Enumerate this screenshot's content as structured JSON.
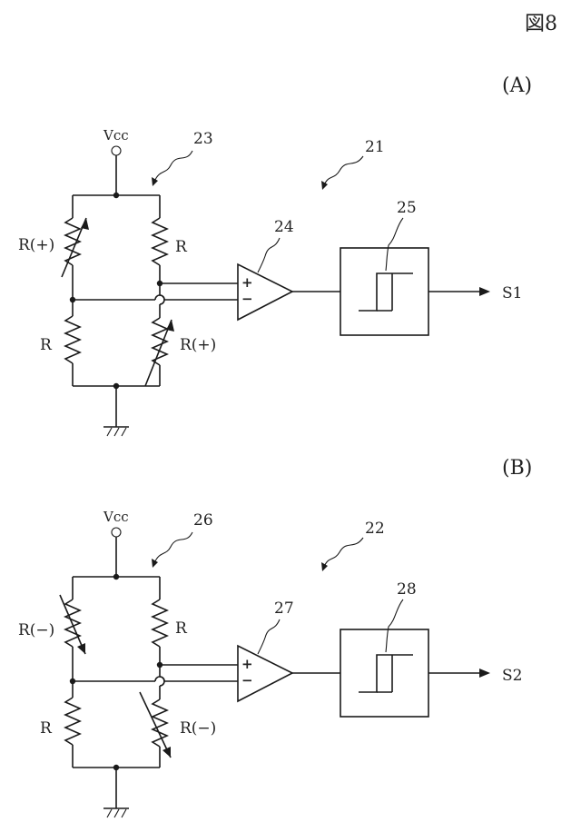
{
  "figure_label": "図8",
  "panels": [
    {
      "label": "(A)",
      "supply": "Vcc",
      "bridge_ref": "23",
      "sensor_ref": "21",
      "amp_ref": "24",
      "comp_ref": "25",
      "output": "S1",
      "r_top_left": "R(+)",
      "r_top_right": "R",
      "r_bottom_left": "R",
      "r_bottom_right": "R(+)",
      "plus": "+",
      "minus": "−"
    },
    {
      "label": "(B)",
      "supply": "Vcc",
      "bridge_ref": "26",
      "sensor_ref": "22",
      "amp_ref": "27",
      "comp_ref": "28",
      "output": "S2",
      "r_top_left": "R(−)",
      "r_top_right": "R",
      "r_bottom_left": "R",
      "r_bottom_right": "R(−)",
      "plus": "+",
      "minus": "−"
    }
  ]
}
